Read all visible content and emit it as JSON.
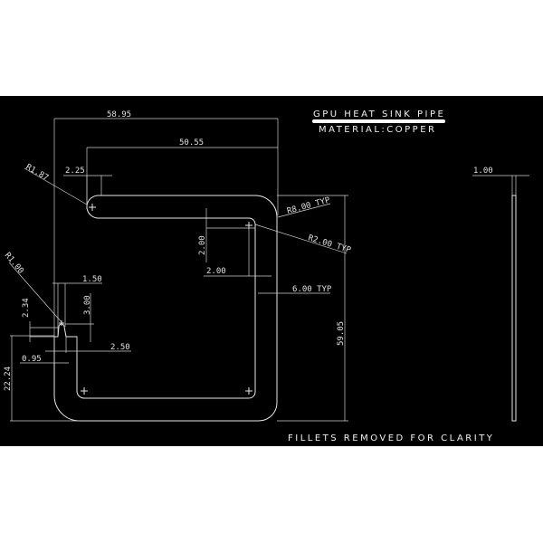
{
  "title": {
    "name": "GPU HEAT SINK PIPE",
    "material": "MATERIAL:COPPER"
  },
  "note": "FILLETS REMOVED FOR CLARITY",
  "dimensions": {
    "overall_width": "58.95",
    "arm_length": "50.55",
    "end_width": "2.25",
    "end_radius": "R1.87",
    "outer_radius": "R8.00 TYP",
    "inner_radius": "R2.00 TYP",
    "offset_vertical": "2.00",
    "offset_horizontal": "2.00",
    "wall_width": "6.00 TYP",
    "overall_height": "59.05",
    "stub_radius": "R1.00",
    "stub_width": "1.50",
    "stub_height": "3.00",
    "stub_offset": "2.34",
    "stub_gap": "2.50",
    "stub_edge": "0.95",
    "stub_elevation": "22.24",
    "thickness": "1.00"
  }
}
